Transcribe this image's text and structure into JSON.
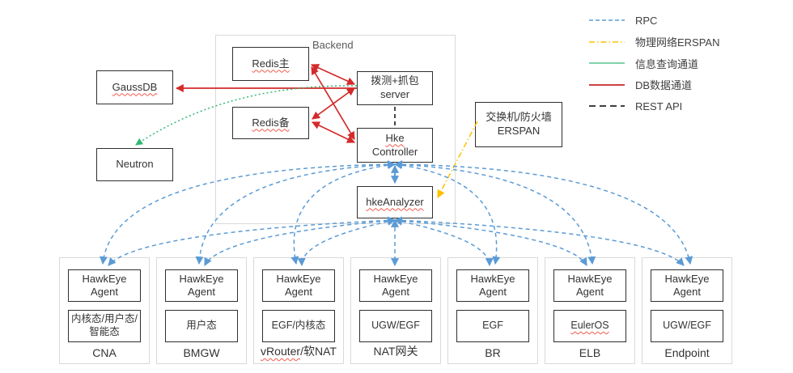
{
  "backend": {
    "label": "Backend"
  },
  "nodes": {
    "gaussdb": {
      "label": "GaussDB"
    },
    "neutron": {
      "label": "Neutron"
    },
    "redis_master": {
      "label": "Redis主"
    },
    "redis_backup": {
      "label": "Redis备"
    },
    "probe_server": {
      "line1": "拨测+抓包",
      "line2": "server"
    },
    "hke_controller": {
      "line1": "Hke",
      "line2": "Controller"
    },
    "hke_analyzer": {
      "label": "hkeAnalyzer"
    },
    "switch_erspan": {
      "line1": "交换机/防火墙",
      "line2": "ERSPAN"
    }
  },
  "agents": [
    {
      "agent_line1": "HawkEye",
      "agent_line2": "Agent",
      "mode": "内核态/用户态/智能态",
      "platform": "CNA"
    },
    {
      "agent_line1": "HawkEye",
      "agent_line2": "Agent",
      "mode": "用户态",
      "platform": "BMGW"
    },
    {
      "agent_line1": "HawkEye",
      "agent_line2": "Agent",
      "mode": "EGF/内核态",
      "platform_wavy": "vRouter",
      "platform": "/软NAT"
    },
    {
      "agent_line1": "HawkEye",
      "agent_line2": "Agent",
      "mode": "UGW/EGF",
      "platform": "NAT网关"
    },
    {
      "agent_line1": "HawkEye",
      "agent_line2": "Agent",
      "mode": "EGF",
      "platform": "BR"
    },
    {
      "agent_line1": "HawkEye",
      "agent_line2": "Agent",
      "mode_wavy": "EulerOS",
      "platform": "ELB"
    },
    {
      "agent_line1": "HawkEye",
      "agent_line2": "Agent",
      "mode": "UGW/EGF",
      "platform": "Endpoint"
    }
  ],
  "legend": {
    "items": [
      {
        "label": "RPC",
        "color": "#5B9BD5",
        "style": "dashed"
      },
      {
        "label": "物理网络ERSPAN",
        "color": "#FFC000",
        "style": "dash-dot"
      },
      {
        "label": "信息查询通道",
        "color": "#33B873",
        "style": "solid"
      },
      {
        "label": "DB数据通道",
        "color": "#C00000",
        "style": "solid"
      },
      {
        "label": "REST API",
        "color": "#000000",
        "style": "long-dash"
      }
    ]
  },
  "colors": {
    "rpc_blue": "#5B9BD5",
    "erspan_yellow": "#FFC000",
    "info_green": "#33B873",
    "db_red": "#D42A2A",
    "rest_black": "#000000",
    "box_border": "#2f2f2f",
    "group_border": "#d9d9d9"
  },
  "edges": [
    {
      "from": "probe_server",
      "to": "gaussdb",
      "channel": "DB数据通道"
    },
    {
      "from": "redis_master",
      "to": "probe_server",
      "channel": "DB数据通道"
    },
    {
      "from": "redis_master",
      "to": "hke_controller",
      "channel": "DB数据通道"
    },
    {
      "from": "redis_backup",
      "to": "probe_server",
      "channel": "DB数据通道"
    },
    {
      "from": "redis_backup",
      "to": "hke_controller",
      "channel": "DB数据通道"
    },
    {
      "from": "probe_server",
      "to": "neutron",
      "channel": "信息查询通道"
    },
    {
      "from": "probe_server",
      "to": "hke_controller",
      "channel": "REST API"
    },
    {
      "from": "hke_controller",
      "to": "hke_analyzer",
      "channel": "RPC"
    },
    {
      "from": "switch_erspan",
      "to": "hke_analyzer",
      "channel": "物理网络ERSPAN"
    },
    {
      "from": "hke_controller",
      "to": "agents(CNA,BMGW,vRouter,BR,ELB,Endpoint)",
      "channel": "RPC"
    },
    {
      "from": "hke_analyzer",
      "to": "agents(all 7)",
      "channel": "RPC"
    }
  ]
}
